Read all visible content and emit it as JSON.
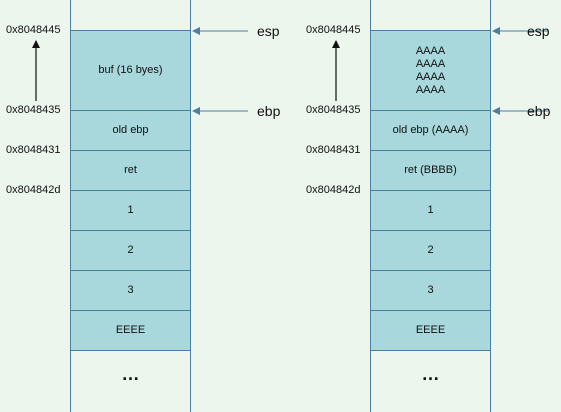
{
  "colors": {
    "background": "#edf6ec",
    "cell_fill": "#a8d8dc",
    "cell_border": "#4a7fa3",
    "arrow": "#4a7fa3"
  },
  "left_stack": {
    "addresses": [
      "0x8048445",
      "0x8048435",
      "0x8048431",
      "0x804842d"
    ],
    "cells": [
      "buf (16 byes)",
      "old ebp",
      "ret",
      "1",
      "2",
      "3",
      "EEEE"
    ],
    "ellipsis": "…",
    "registers": {
      "esp": "esp",
      "ebp": "ebp"
    }
  },
  "right_stack": {
    "addresses": [
      "0x8048445",
      "0x8048435",
      "0x8048431",
      "0x804842d"
    ],
    "buf_lines": [
      "AAAA",
      "AAAA",
      "AAAA",
      "AAAA"
    ],
    "cells": [
      "old ebp (AAAA)",
      "ret (BBBB)",
      "1",
      "2",
      "3",
      "EEEE"
    ],
    "ellipsis": "…",
    "registers": {
      "esp": "esp",
      "ebp": "ebp"
    }
  }
}
